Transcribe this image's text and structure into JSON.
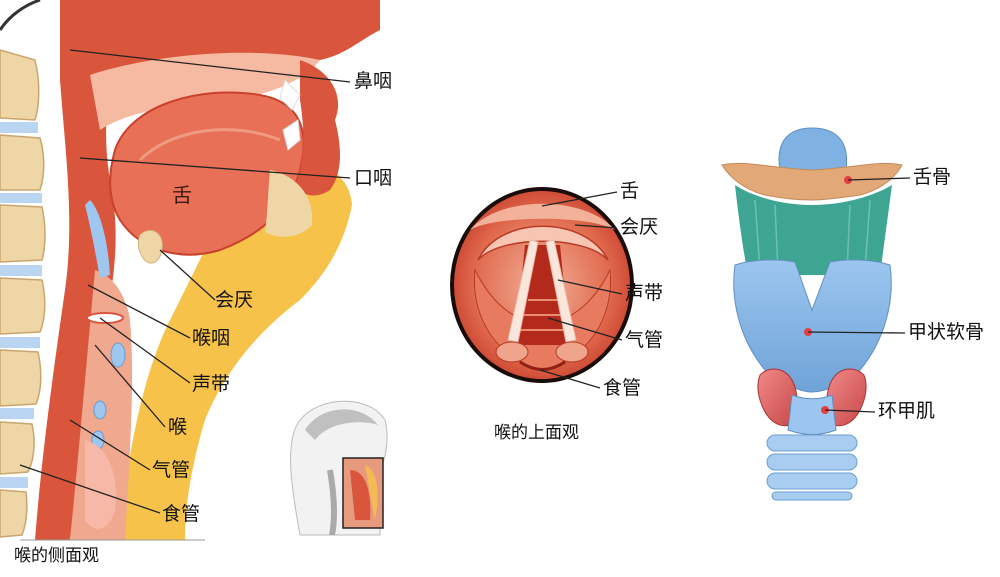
{
  "side_view": {
    "caption": "喉的侧面观",
    "labels": {
      "tongue": "舌",
      "nasopharynx": "鼻咽",
      "oropharynx": "口咽",
      "epiglottis": "会厌",
      "laryngopharynx": "喉咽",
      "vocal_cord": "声带",
      "larynx": "喉",
      "trachea": "气管",
      "esophagus": "食管"
    }
  },
  "top_view": {
    "caption": "喉的上面观",
    "labels": {
      "tongue": "舌",
      "epiglottis": "会厌",
      "vocal_cord": "声带",
      "trachea": "气管",
      "esophagus": "食管"
    }
  },
  "front_view": {
    "labels": {
      "hyoid": "舌骨",
      "thyroid_cartilage": "甲状软骨",
      "cricothyroid_muscle": "环甲肌"
    }
  },
  "colors": {
    "tissue_red": "#d9553c",
    "tissue_pink": "#f0a88e",
    "fat_yellow": "#f6c24a",
    "bone_beige": "#efd6a6",
    "cartilage_blue": "#7fb2e3",
    "muscle_teal": "#3fa593",
    "hyoid_tan": "#e2a877",
    "leader_line": "#222222"
  }
}
